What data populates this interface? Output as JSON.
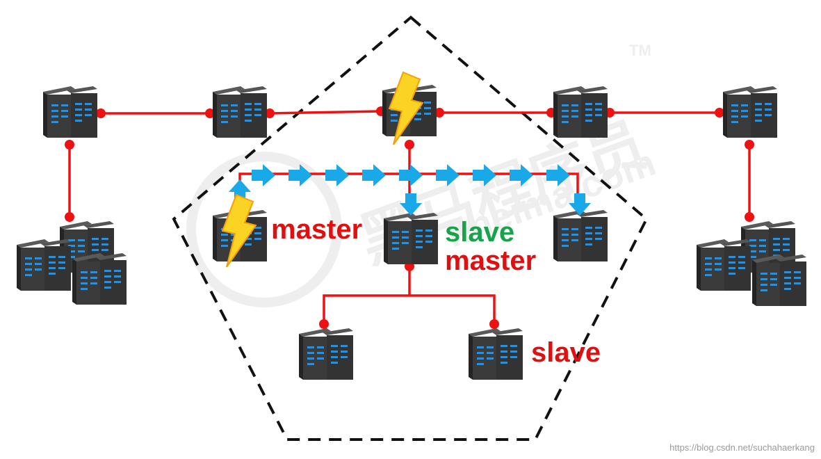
{
  "labels": {
    "master_left": "master",
    "center_slave": "slave",
    "center_master": "master",
    "bottom_slave": "slave"
  },
  "watermark": {
    "url": "https://blog.csdn.net/suchahaerkang"
  },
  "logo": {
    "brand": "黑马程序员",
    "domain": "itheima.com",
    "tm": "TM"
  },
  "colors": {
    "link": "#ee1111",
    "arrow": "#19a9e8",
    "master": "#e01010",
    "slave_green": "#16a34a",
    "server_body": "#3b3b3b",
    "server_led": "#2e8fd6",
    "bolt_yellow": "#fbd423",
    "bolt_orange": "#f59e0b",
    "pentagon": "#111111"
  },
  "icons": {
    "server": "server-icon",
    "server_cluster": "server-cluster-icon",
    "failure": "lightning-bolt-icon",
    "replication": "arrow-right-icon",
    "replication_down": "arrow-down-icon",
    "replication_up": "arrow-up-icon"
  }
}
